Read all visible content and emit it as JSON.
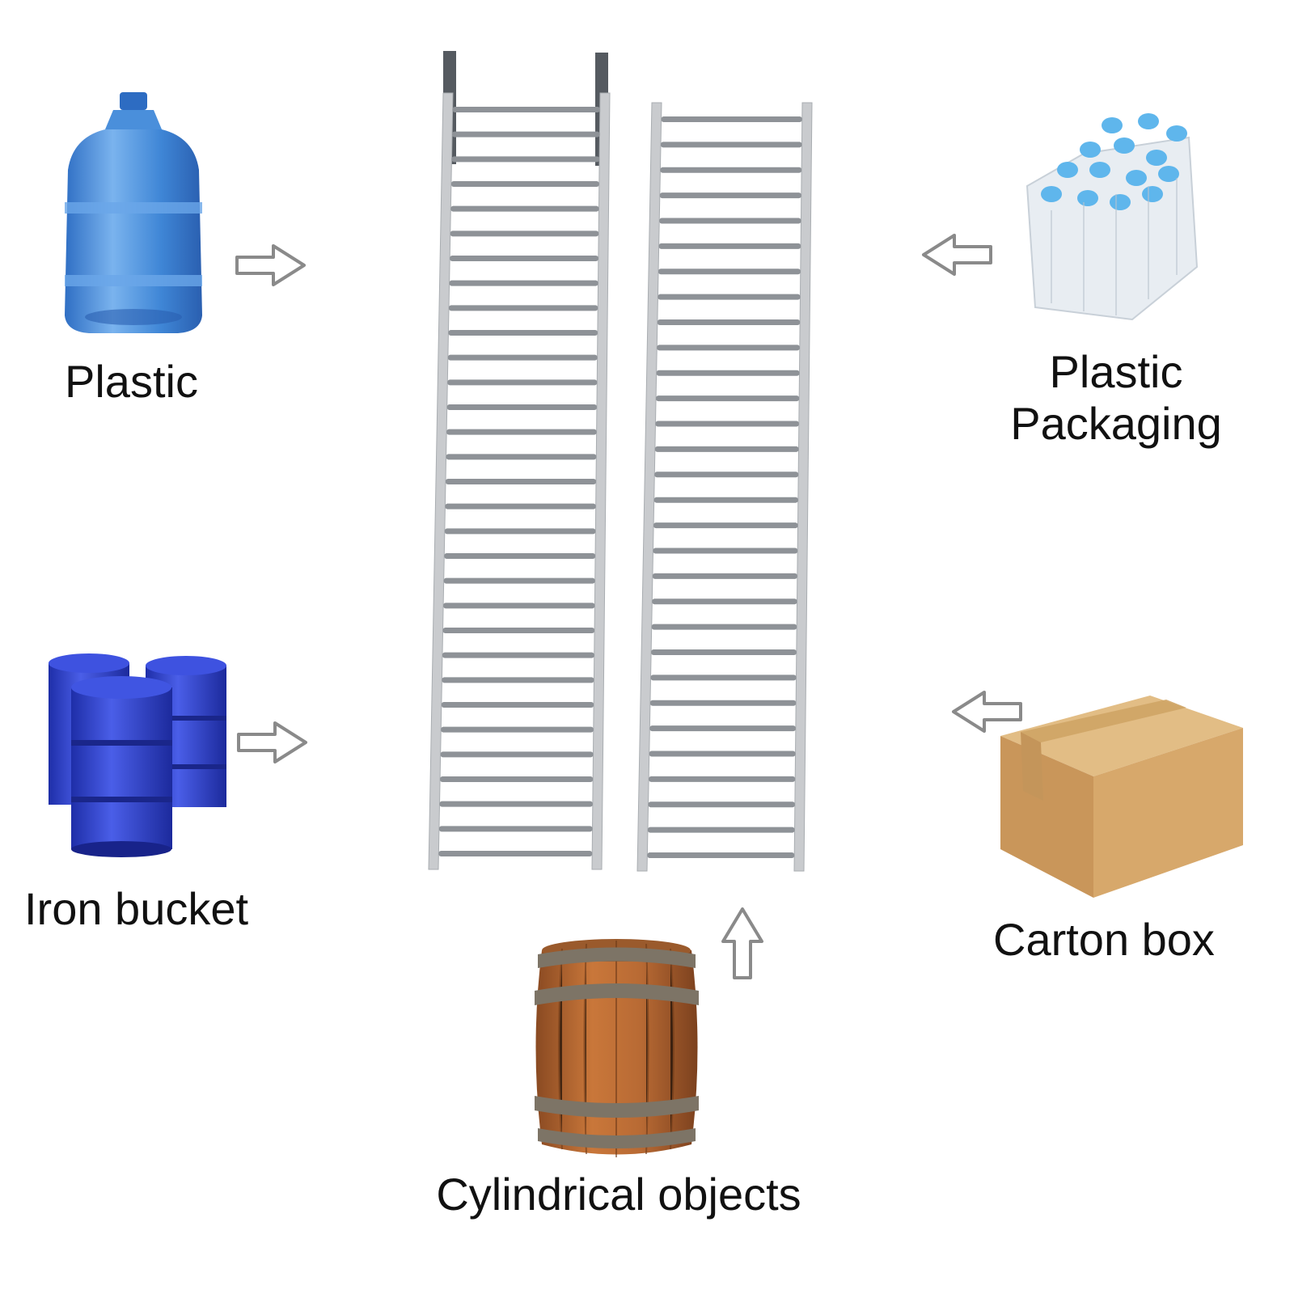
{
  "labels": {
    "plastic": "Plastic",
    "plastic_packaging_line1": "Plastic",
    "plastic_packaging_line2": "Packaging",
    "iron_bucket": "Iron bucket",
    "carton_box": "Carton box",
    "cylindrical_objects": "Cylindrical objects"
  },
  "ramps": {
    "left_rollers": 31,
    "right_rollers": 30
  },
  "colors": {
    "text": "#111111",
    "arrow_stroke": "#8a8a8a",
    "arrow_fill": "#ffffff",
    "rail": "#c9cbce",
    "roller": "#8e9297",
    "water_bottle": "#3f86d6",
    "iron_bucket": "#2c3fc9",
    "carton": "#d3a46a",
    "barrel_wood": "#b86a34",
    "barrel_band": "#7d7466"
  }
}
